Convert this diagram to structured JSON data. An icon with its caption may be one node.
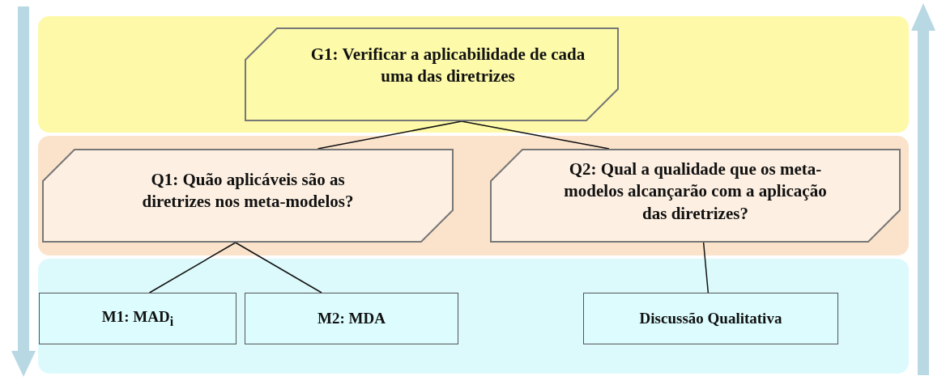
{
  "diagram": {
    "nodes": [
      {
        "text": [],
        "shape": "band"
      },
      {
        "text": [
          "G1: Verificar a aplicabilidade de cada uma das diretrizes"
        ],
        "in": 0
      },
      {
        "text": [],
        "shape": "band"
      },
      {
        "text": [
          "Q1: Quão aplicáveis são as diretrizes nos meta-modelos?"
        ],
        "in": 2
      },
      {
        "text": [
          "Q2: Qual a qualidade que os meta-modelos alcançarão com a aplicação das diretrizes?"
        ],
        "in": 2
      },
      {
        "text": [],
        "shape": "band"
      },
      {
        "text": [
          "M1: MAD$_{i}$"
        ],
        "in": 5
      },
      {
        "text": [
          "M2: MDA"
        ],
        "in": 5
      },
      {
        "text": [
          "Discussão Qualitativa"
        ],
        "in": 5
      }
    ],
    "edges": [
      {
        "from": 1,
        "to": 3,
        "arrow": "none"
      },
      {
        "from": 1,
        "to": 4,
        "arrow": "none"
      },
      {
        "from": 3,
        "to": 6,
        "arrow": "none"
      },
      {
        "from": 3,
        "to": 7,
        "arrow": "none"
      },
      {
        "from": 4,
        "to": 8,
        "arrow": "none"
      }
    ]
  }
}
